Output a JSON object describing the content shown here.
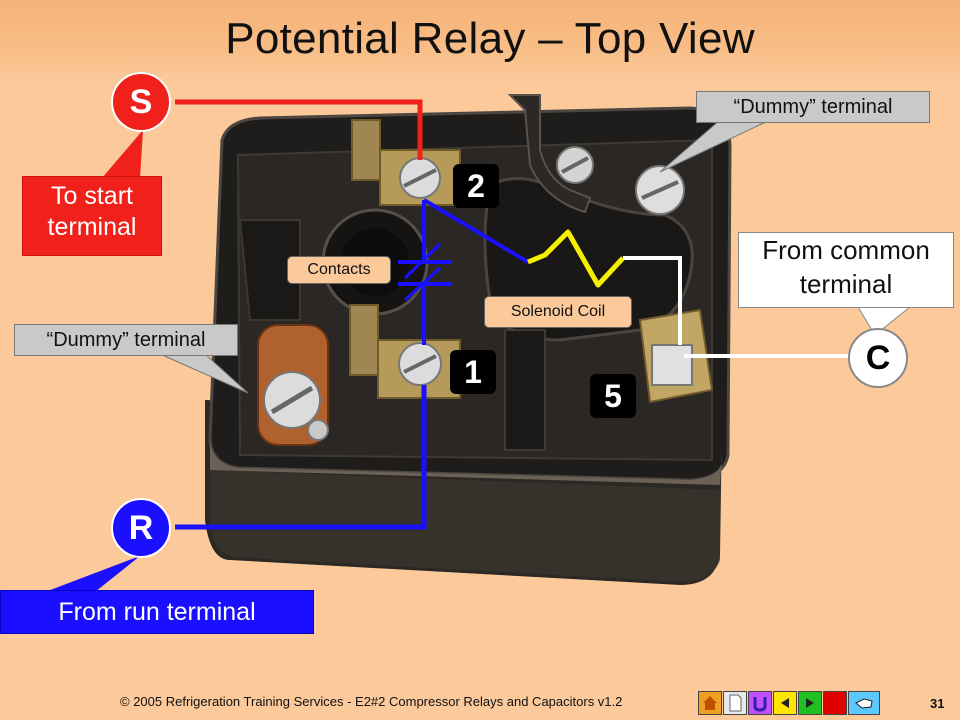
{
  "title": "Potential Relay – Top View",
  "terminals": {
    "s": "S",
    "r": "R",
    "c": "C"
  },
  "callouts": {
    "to_start": "To start terminal",
    "from_run": "From run terminal",
    "from_common": "From common terminal",
    "dummy_top": "“Dummy” terminal",
    "dummy_left": "“Dummy” terminal"
  },
  "labels": {
    "contacts": "Contacts",
    "solenoid_coil": "Solenoid Coil"
  },
  "numbers": {
    "two": "2",
    "one": "1",
    "five": "5"
  },
  "colors": {
    "background": "#fbc99a",
    "start_wire": "#f0201b",
    "run_wire": "#1a10ff",
    "coil": "#f5f000",
    "common_wire": "#ffffff"
  },
  "footer": {
    "copyright": "© 2005 Refrigeration Training Services - E2#2 Compressor Relays and Capacitors  v1.2",
    "page": "31"
  },
  "nav": {
    "buttons": [
      "home-icon",
      "document-icon",
      "return-icon",
      "previous-icon",
      "next-icon",
      "end-icon",
      "hand-pointer-icon"
    ]
  }
}
